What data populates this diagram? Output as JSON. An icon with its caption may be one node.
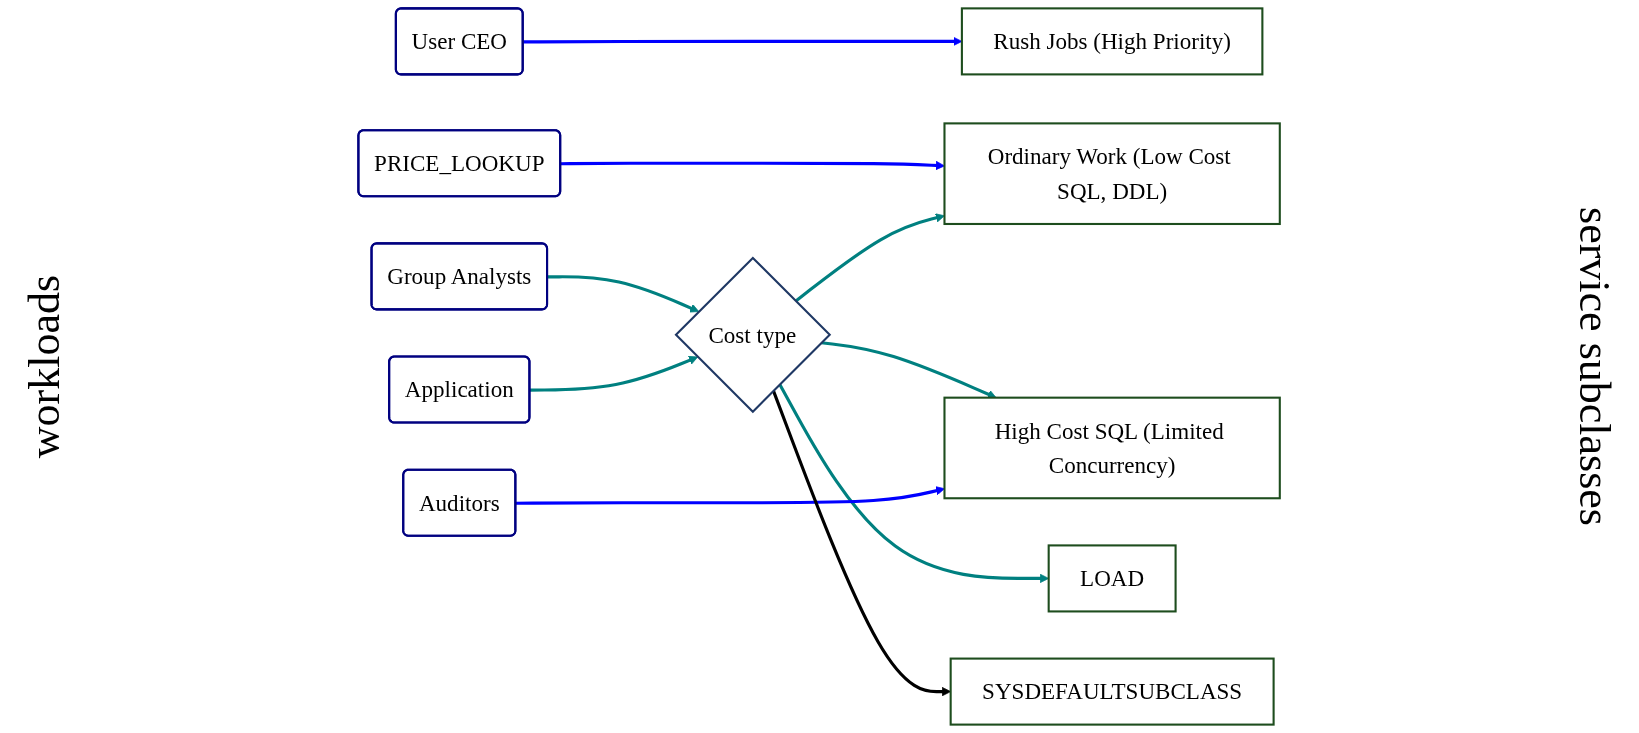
{
  "diagram": {
    "nodes": [
      {
        "text": [
          "User CEO"
        ]
      },
      {
        "text": [
          "PRICE_LOOKUP"
        ]
      },
      {
        "text": [
          "Group Analysts"
        ]
      },
      {
        "text": [
          "Application"
        ]
      },
      {
        "text": [
          "Auditors"
        ]
      },
      {
        "text": [
          "Cost type"
        ]
      },
      {
        "text": [
          "Rush Jobs (High Priority)"
        ]
      },
      {
        "text": [
          "Ordinary Work (Low Cost SQL, DDL)"
        ]
      },
      {
        "text": [
          "High Cost SQL (Limited Concurrency)"
        ]
      },
      {
        "text": [
          "LOAD"
        ]
      },
      {
        "text": [
          "SYSDEFAULTSUBCLASS"
        ]
      }
    ],
    "edges": [
      {
        "from": 0,
        "to": 6,
        "arrow": "to",
        "color": "#0000ff"
      },
      {
        "from": 1,
        "to": 7,
        "arrow": "to",
        "color": "#0000ff"
      },
      {
        "from": 2,
        "to": 5,
        "arrow": "to"
      },
      {
        "from": 3,
        "to": 5,
        "arrow": "to"
      },
      {
        "from": 5,
        "to": 7,
        "arrow": "to"
      },
      {
        "from": 5,
        "to": 8,
        "arrow": "to"
      },
      {
        "from": 5,
        "to": 9,
        "arrow": "to"
      },
      {
        "from": 4,
        "to": 8,
        "arrow": "to",
        "color": "#0000ff"
      },
      {
        "from": 5,
        "to": 10,
        "arrow": "to",
        "color": "#000000"
      }
    ],
    "labels": [
      "workloads",
      "service subclasses"
    ]
  }
}
